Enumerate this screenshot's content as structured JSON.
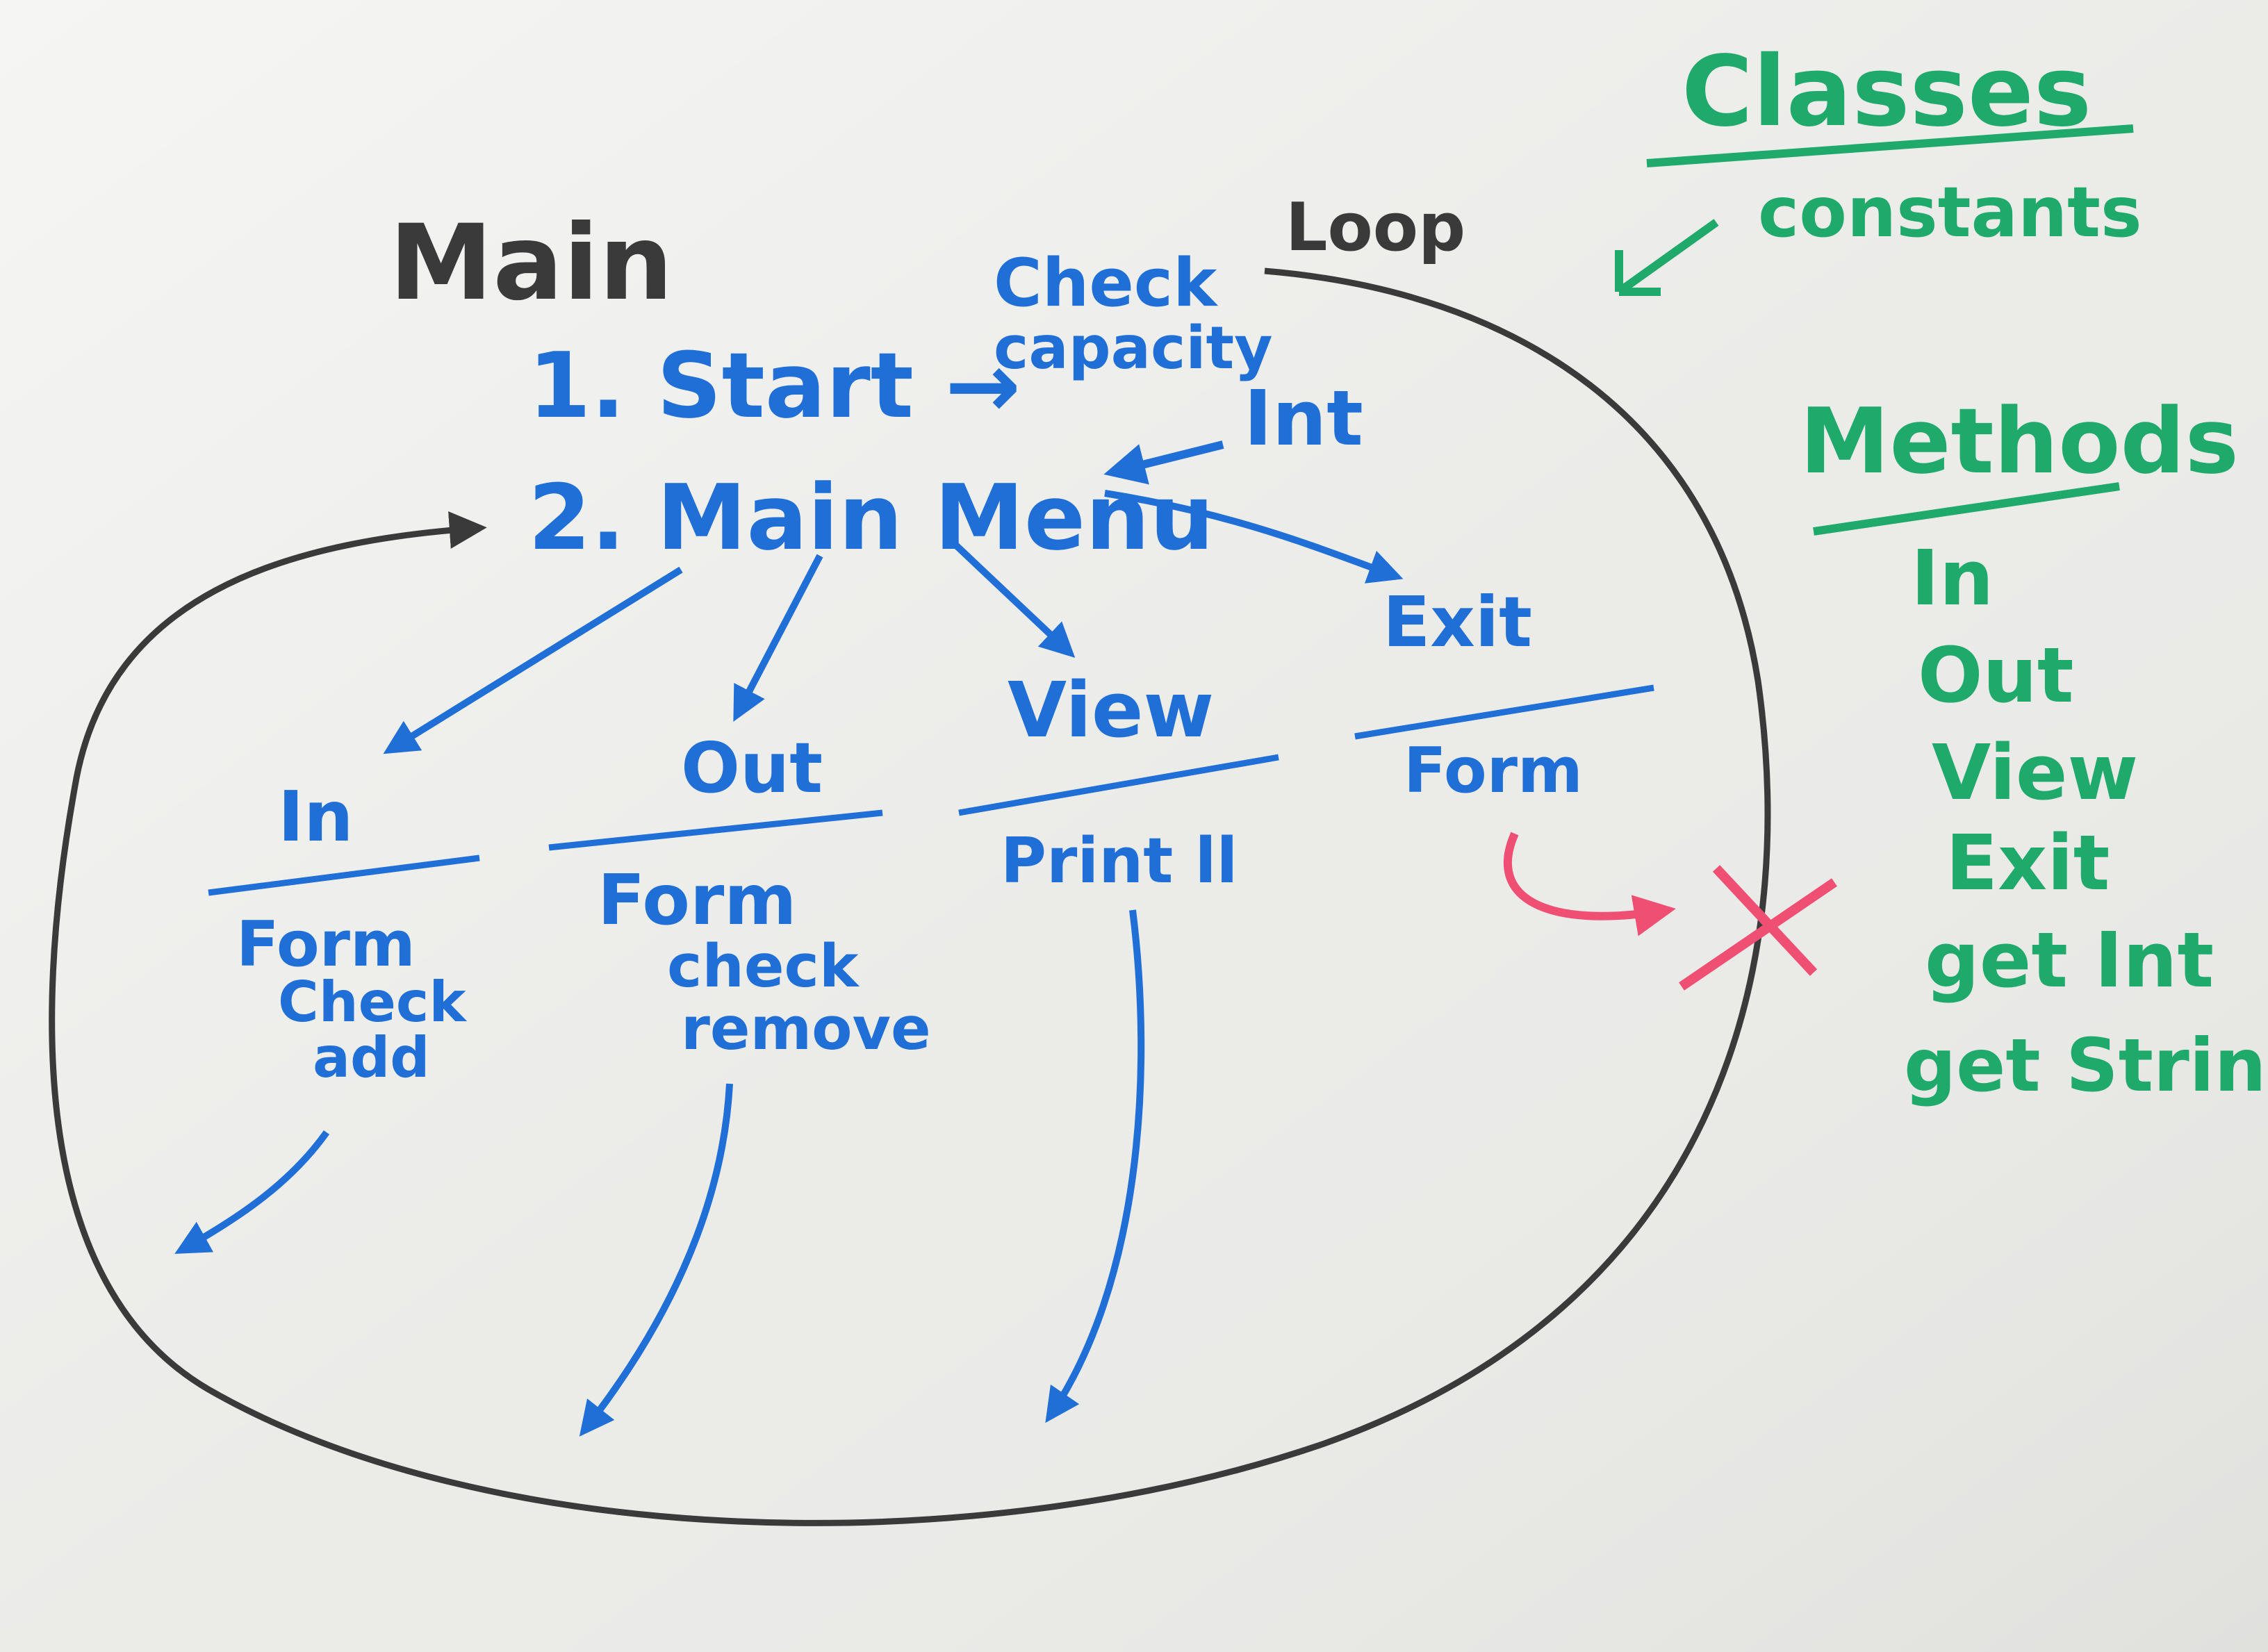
{
  "board": {
    "title_main": "Main",
    "title_loop": "Loop",
    "steps": {
      "start": "1. Start →",
      "check_capacity_1": "Check",
      "check_capacity_2": "capacity",
      "main_menu": "2. Main Menu",
      "int_label": "Int"
    },
    "branches": {
      "in": {
        "title": "In",
        "body": [
          "Form",
          "Check",
          "add"
        ]
      },
      "out": {
        "title": "Out",
        "body": [
          "Form",
          "check",
          "remove"
        ]
      },
      "view": {
        "title": "View",
        "body": [
          "Print ll"
        ]
      },
      "exit": {
        "title": "Exit",
        "body": [
          "Form"
        ]
      }
    },
    "sidebar": {
      "classes_title": "Classes",
      "classes_items": [
        "constants"
      ],
      "methods_title": "Methods",
      "methods_items": [
        "In",
        "Out",
        "View",
        "Exit",
        "get Int",
        "get String"
      ]
    }
  },
  "colors": {
    "board_bg": "#e9e9e6",
    "blue_ink": "#1f6fd6",
    "green_ink": "#1faa6b",
    "black_ink": "#3a3a3a",
    "red_ink": "#ef4f73"
  }
}
